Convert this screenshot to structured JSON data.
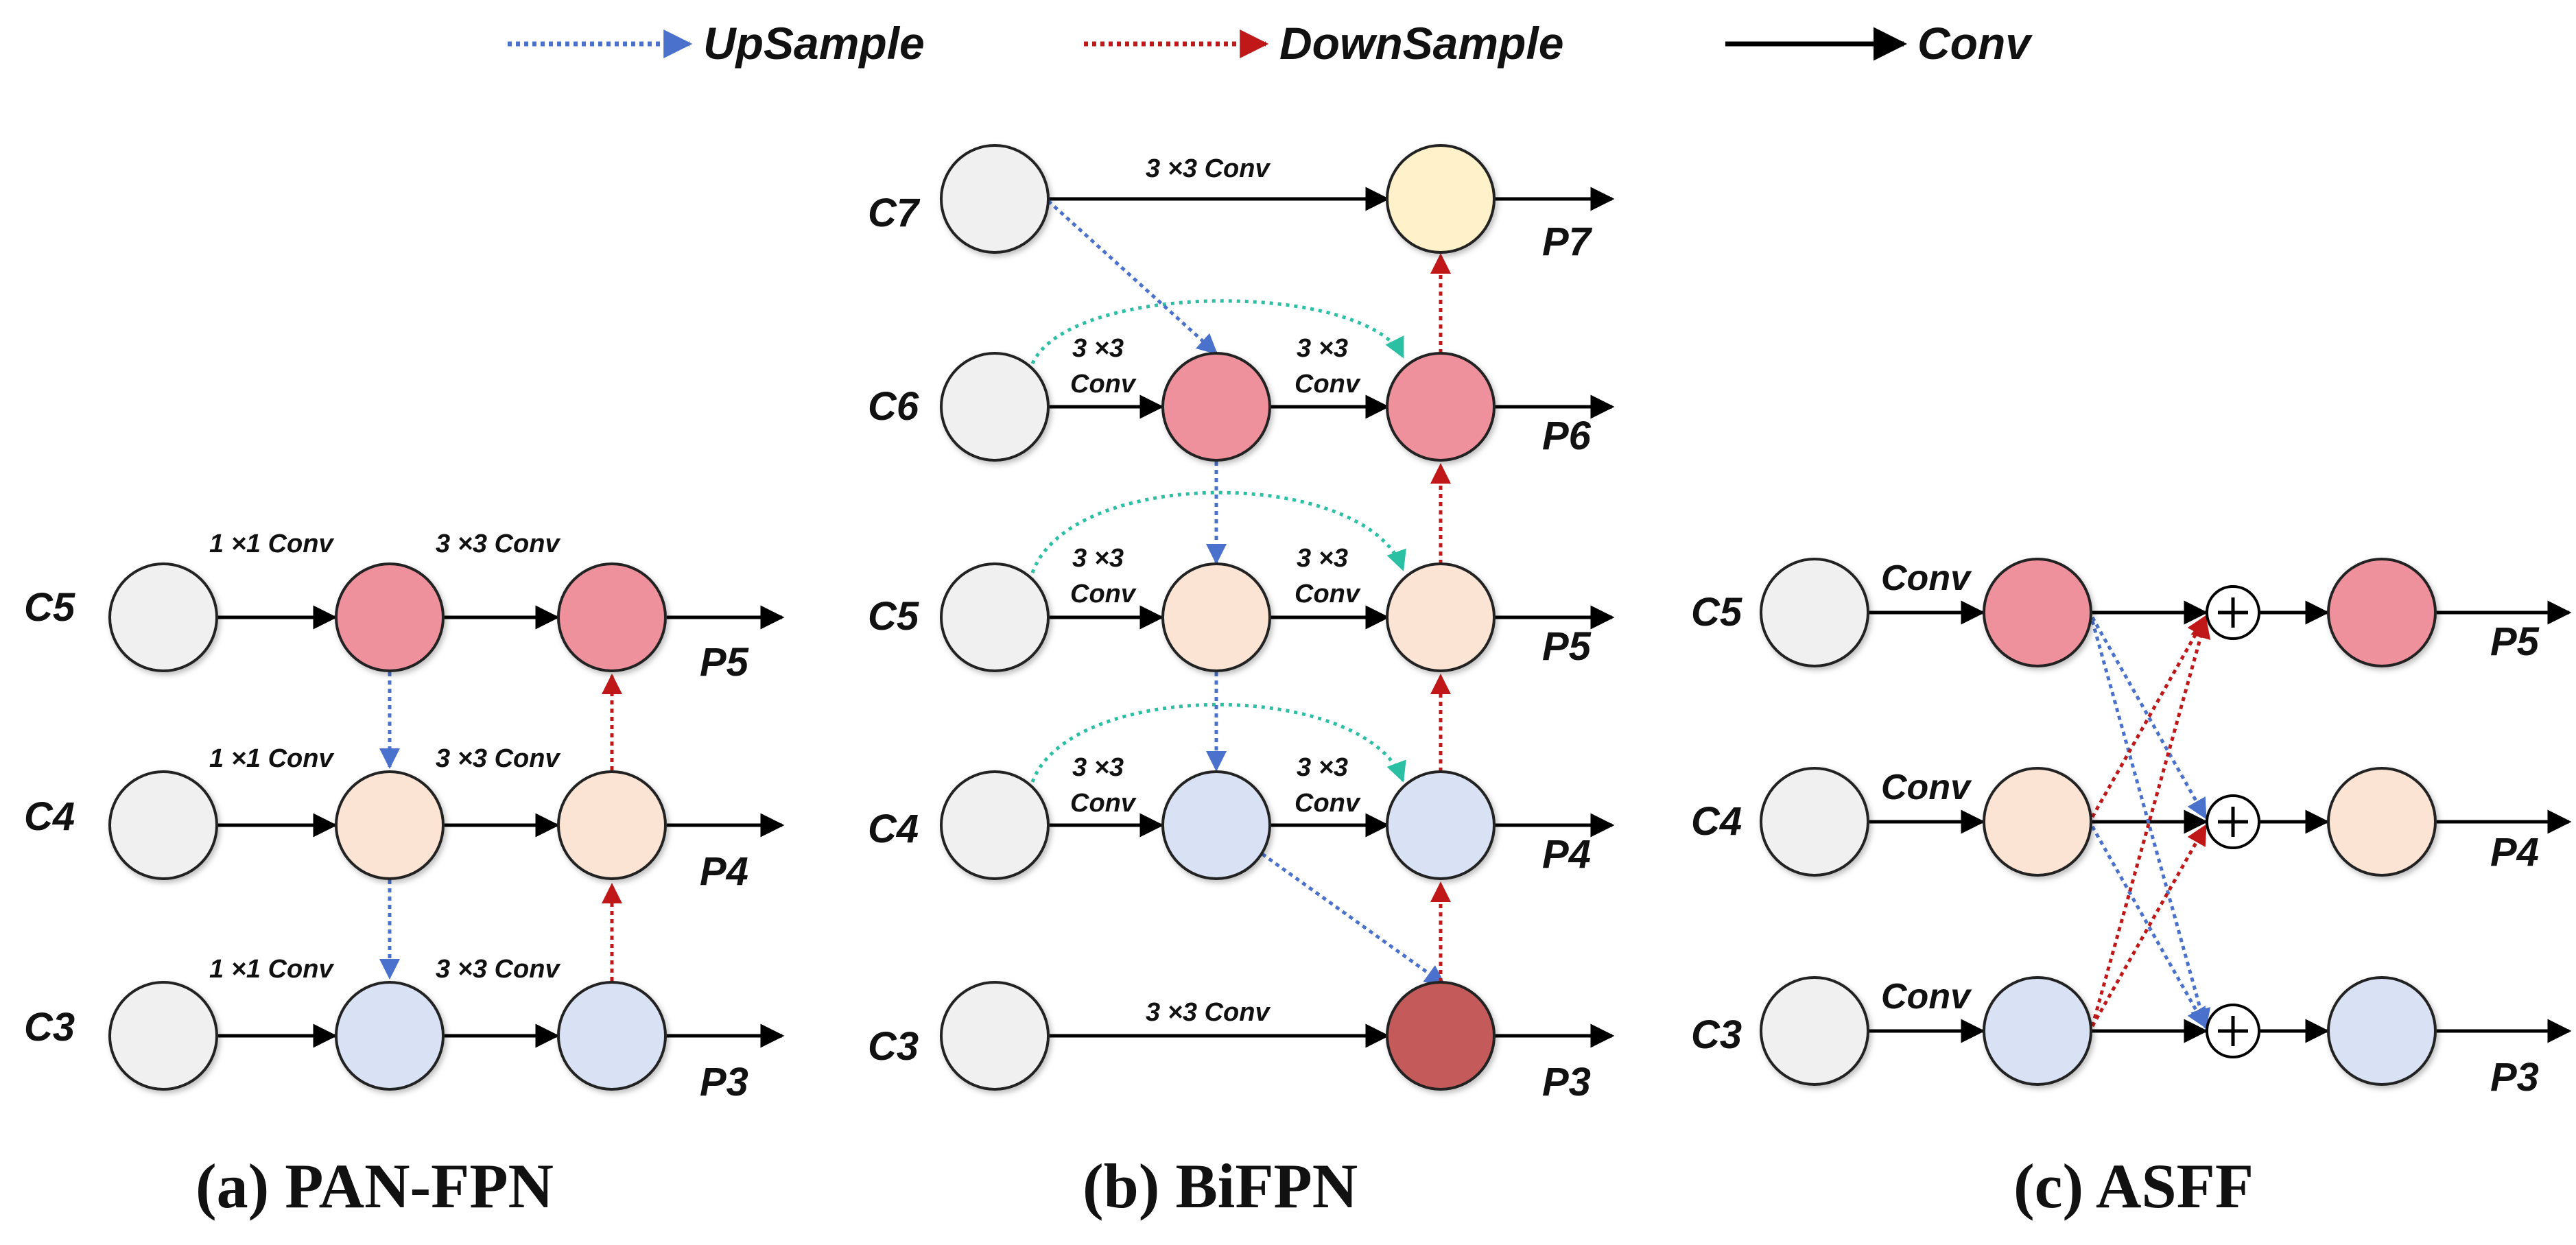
{
  "legend": {
    "upsample": "UpSample",
    "downsample": "DownSample",
    "conv": "Conv"
  },
  "colors": {
    "upsample": "#4a72cc",
    "downsample": "#c01818",
    "conv": "#000000",
    "skip": "#2bbfa4",
    "input_node": "#f0f0f0",
    "level_5": "#ee919c",
    "level_4": "#fbe4d4",
    "level_3": "#d9e1f4",
    "level_7": "#fff1c9",
    "p3_bifpn": "#c45a5a"
  },
  "pan_fpn": {
    "caption": "(a) PAN-FPN",
    "rows": [
      {
        "input": "C5",
        "output": "P5",
        "conv1": "1 ×1 Conv",
        "conv2": "3 ×3 Conv"
      },
      {
        "input": "C4",
        "output": "P4",
        "conv1": "1 ×1 Conv",
        "conv2": "3 ×3 Conv"
      },
      {
        "input": "C3",
        "output": "P3",
        "conv1": "1 ×1 Conv",
        "conv2": "3 ×3 Conv"
      }
    ]
  },
  "bifpn": {
    "caption": "(b) BiFPN",
    "rows": [
      {
        "input": "C7",
        "output": "P7",
        "conv": "3 ×3 Conv"
      },
      {
        "input": "C6",
        "output": "P6",
        "conv_a_1": "3 ×3",
        "conv_a_2": "Conv",
        "conv_b_1": "3 ×3",
        "conv_b_2": "Conv"
      },
      {
        "input": "C5",
        "output": "P5",
        "conv_a_1": "3 ×3",
        "conv_a_2": "Conv",
        "conv_b_1": "3 ×3",
        "conv_b_2": "Conv"
      },
      {
        "input": "C4",
        "output": "P4",
        "conv_a_1": "3 ×3",
        "conv_a_2": "Conv",
        "conv_b_1": "3 ×3",
        "conv_b_2": "Conv"
      },
      {
        "input": "C3",
        "output": "P3",
        "conv": "3 ×3 Conv"
      }
    ]
  },
  "asff": {
    "caption": "(c) ASFF",
    "rows": [
      {
        "input": "C5",
        "output": "P5",
        "conv": "Conv"
      },
      {
        "input": "C4",
        "output": "P4",
        "conv": "Conv"
      },
      {
        "input": "C3",
        "output": "P3",
        "conv": "Conv"
      }
    ]
  }
}
